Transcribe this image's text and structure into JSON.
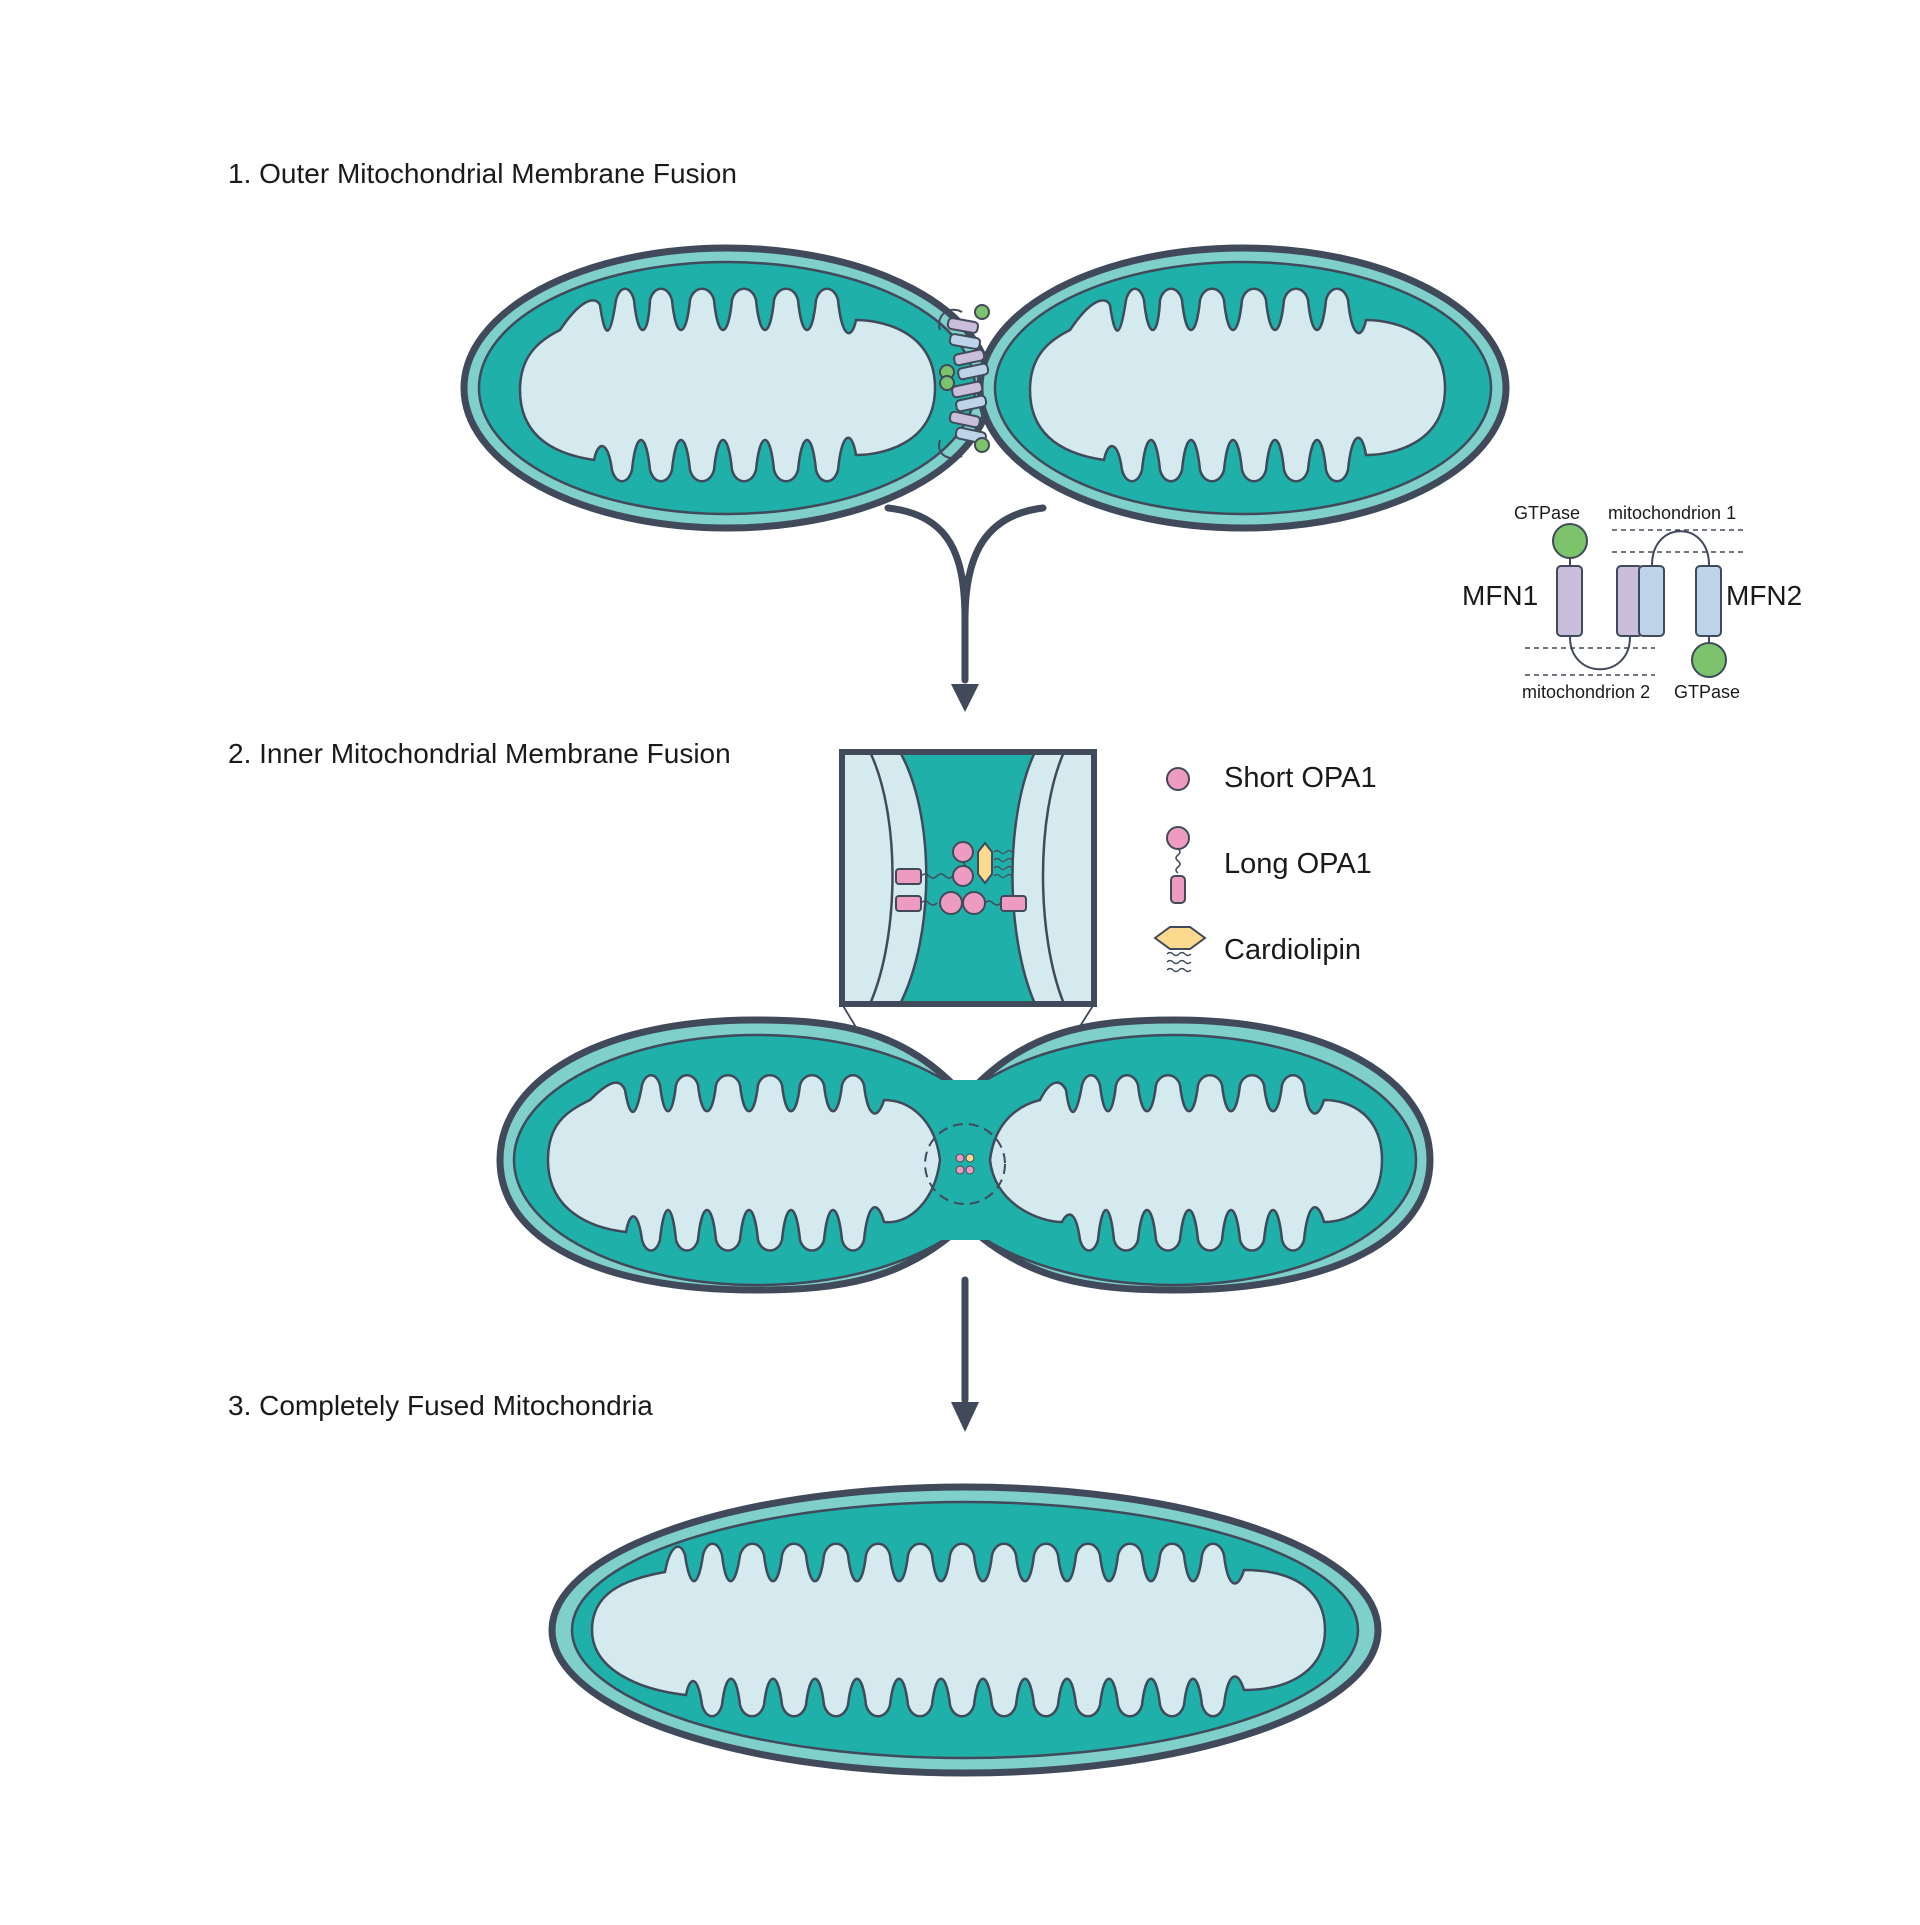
{
  "steps": [
    {
      "title": "1. Outer Mitochondrial Membrane Fusion"
    },
    {
      "title": "2. Inner Mitochondrial Membrane Fusion"
    },
    {
      "title": "3. Completely Fused Mitochondria"
    }
  ],
  "legend": {
    "short_opa1": "Short OPA1",
    "long_opa1": "Long OPA1",
    "cardiolipin": "Cardiolipin"
  },
  "mfn_schematic": {
    "mfn1_label": "MFN1",
    "mfn2_label": "MFN2",
    "gtpase_top": "GTPase",
    "gtpase_bottom": "GTPase",
    "mito1_label": "mitochondrion 1",
    "mito2_label": "mitochondrion 2"
  },
  "colors": {
    "outline": "#404a5a",
    "outer_membrane": "#7fcfcb",
    "matrix_teal": "#20b0aa",
    "cristae_fill": "#d5eaef",
    "mfn1_purple": "#c9bfdc",
    "mfn2_blue": "#bcd3ea",
    "gtpase_green": "#7dc36b",
    "opa1_pink": "#ee9bc1",
    "cardiolipin_yellow": "#fbd98f"
  }
}
